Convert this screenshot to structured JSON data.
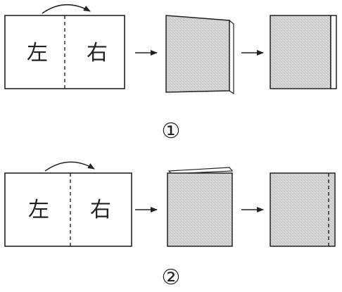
{
  "rows": [
    {
      "label": "①",
      "left_char": "左",
      "right_char": "右",
      "final_fold_line": "solid"
    },
    {
      "label": "②",
      "left_char": "左",
      "right_char": "右",
      "final_fold_line": "dashed"
    }
  ],
  "colors": {
    "stroke": "#222222",
    "shaded_fill": "#d2d2d2",
    "paper": "#ffffff"
  }
}
